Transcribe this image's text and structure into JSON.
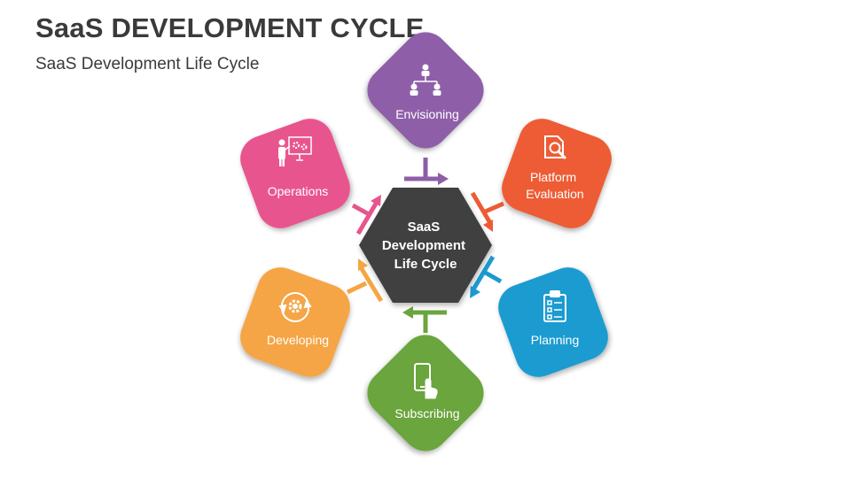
{
  "header": {
    "title": "SaaS DEVELOPMENT CYCLE",
    "subtitle": "SaaS Development Life Cycle"
  },
  "center": {
    "lines": [
      "SaaS",
      "Development",
      "Life Cycle"
    ],
    "color": "#404040"
  },
  "stages": [
    {
      "name": "Envisioning",
      "lines": [
        "Envisioning"
      ],
      "color": "#8e5ea8",
      "icon": "org-chart-icon"
    },
    {
      "name": "Platform Evaluation",
      "lines": [
        "Platform",
        "Evaluation"
      ],
      "color": "#ed5b35",
      "icon": "document-search-icon"
    },
    {
      "name": "Planning",
      "lines": [
        "Planning"
      ],
      "color": "#1a9bd0",
      "icon": "clipboard-checklist-icon"
    },
    {
      "name": "Subscribing",
      "lines": [
        "Subscribing"
      ],
      "color": "#6aa53d",
      "icon": "smartphone-touch-icon"
    },
    {
      "name": "Developing",
      "lines": [
        "Developing"
      ],
      "color": "#f5a544",
      "icon": "gear-cycle-icon"
    },
    {
      "name": "Operations",
      "lines": [
        "Operations"
      ],
      "color": "#e8548e",
      "icon": "presenter-gears-icon"
    }
  ]
}
